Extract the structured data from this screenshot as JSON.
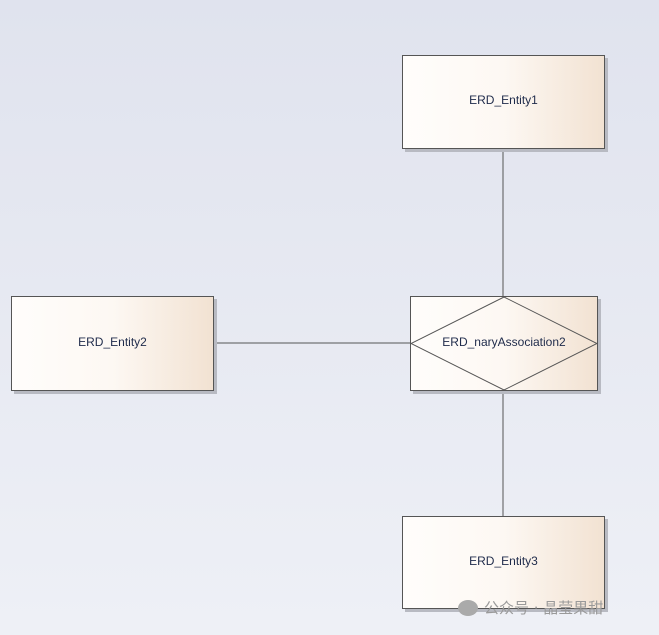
{
  "entities": {
    "e1": "ERD_Entity1",
    "e2": "ERD_Entity2",
    "e3": "ERD_Entity3"
  },
  "association": "ERD_naryAssociation2",
  "watermark": "公众号 · 晶莹果甜"
}
